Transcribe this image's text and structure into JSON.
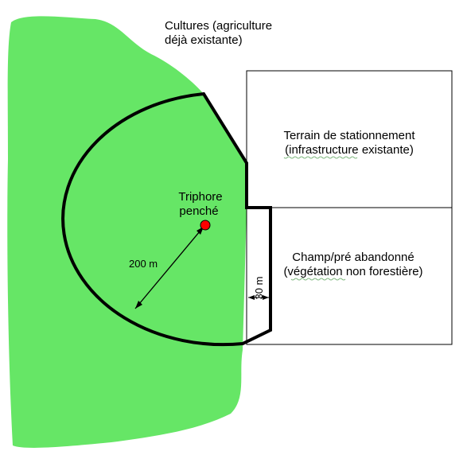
{
  "colors": {
    "vegetation": "#66e666",
    "boundary": "#000000",
    "tree_marker": "#ff0000"
  },
  "labels": {
    "cultures_line1": "Cultures (agriculture",
    "cultures_line2": "déjà existante)",
    "parking_line1": "Terrain de stationnement",
    "parking_line2": "(infrastructure existante)",
    "field_line1": "Champ/pré abandonné",
    "field_line2": "(végétation non forestière)",
    "tree_line1": "Triphore",
    "tree_line2": "penché"
  },
  "dimensions": {
    "radius_label": "200 m",
    "buffer_label": "30 m"
  }
}
